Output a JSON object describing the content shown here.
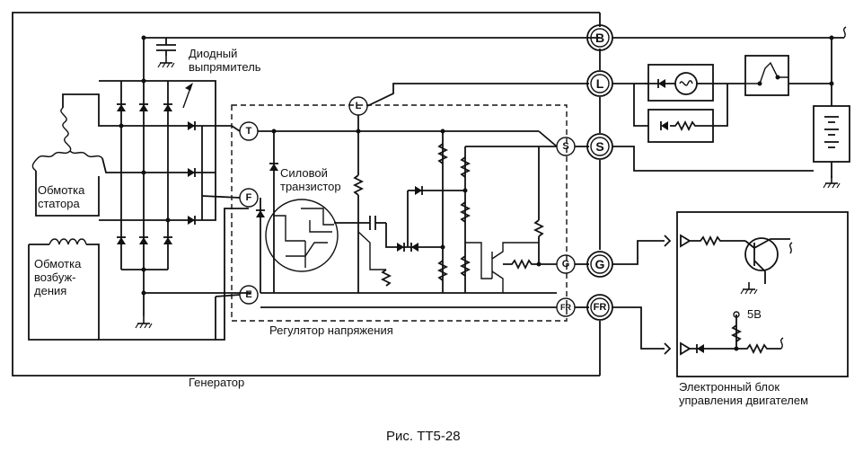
{
  "labels": {
    "rectifier": "Диодный\nвыпрямитель",
    "stator": "Обмотка\nстатора",
    "field": "Обмотка\nвозбуж-\nдения",
    "power_transistor": "Силовой\nтранзистор",
    "regulator": "Регулятор напряжения",
    "generator": "Генератор",
    "ecu": "Электронный блок\nуправления двигателем",
    "five_volt": "5В",
    "caption": "Рис. ТТ5-28"
  },
  "terminals": {
    "outer": [
      "B",
      "L",
      "S",
      "G",
      "FR"
    ],
    "inner": [
      "T",
      "F",
      "E",
      "L",
      "S",
      "G",
      "FR"
    ]
  },
  "icons": [
    "lamp-icon",
    "battery-icon",
    "ground-icon",
    "switch-icon",
    "diode-icon",
    "resistor-icon",
    "coil-icon",
    "transistor-icon",
    "capacitor-icon"
  ]
}
